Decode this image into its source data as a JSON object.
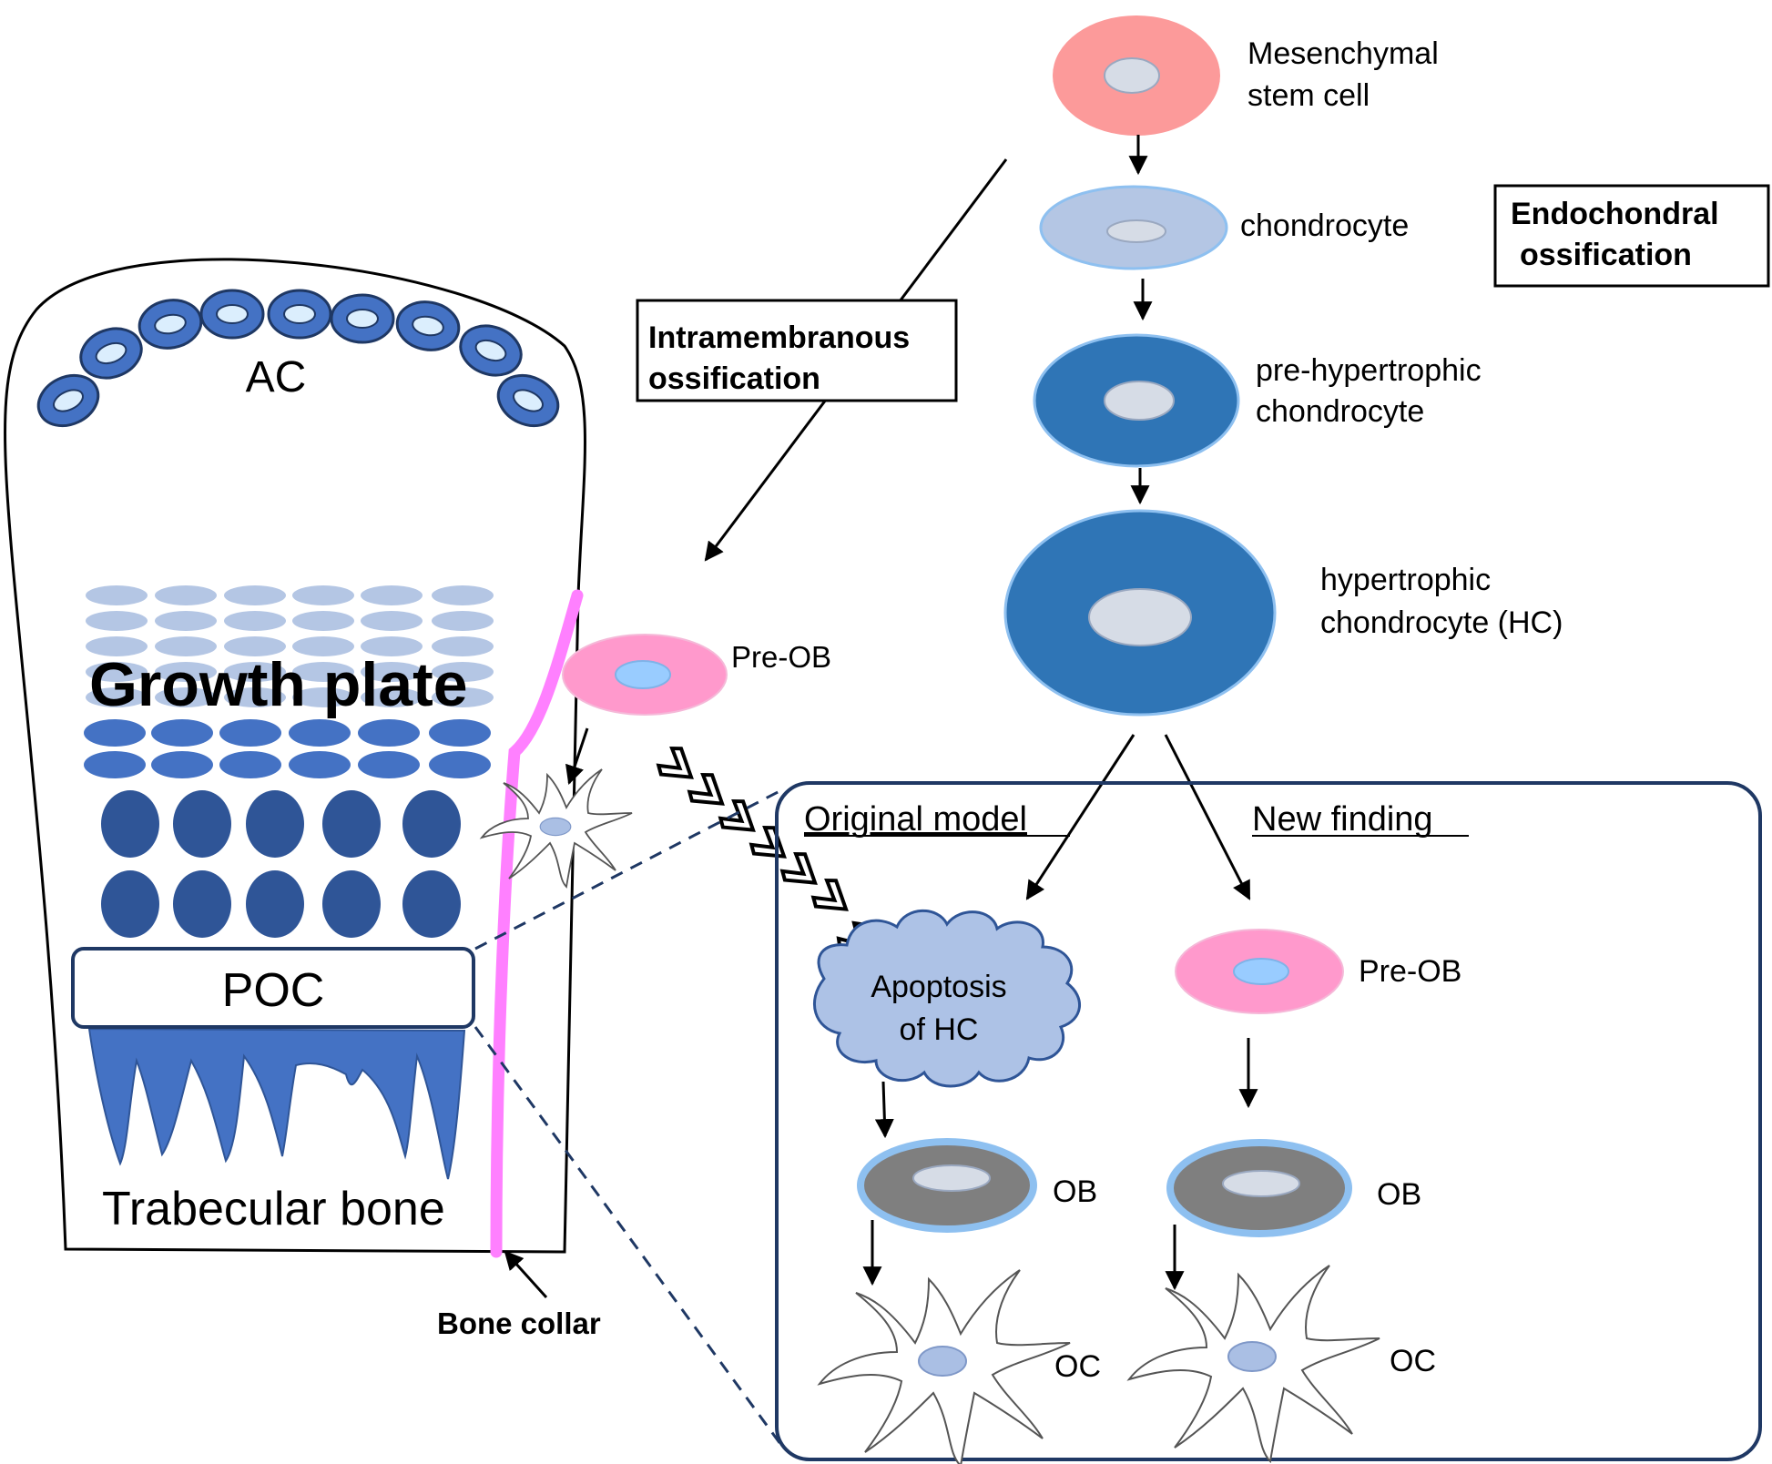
{
  "labels": {
    "ac": "AC",
    "growth_plate": "Growth plate",
    "poc": "POC",
    "trabecular_bone": "Trabecular bone",
    "bone_collar": "Bone collar",
    "intramembranous_line1": "Intramembranous",
    "intramembranous_line2": "ossification",
    "endochondral_line1": "Endochondral",
    "endochondral_line2": "ossification",
    "msc_line1": "Mesenchymal",
    "msc_line2": "stem cell",
    "chondrocyte": "chondrocyte",
    "pre_hyp_line1": "pre-hypertrophic",
    "pre_hyp_line2": "chondrocyte",
    "hyp_line1": "hypertrophic",
    "hyp_line2": "chondrocyte (HC)",
    "pre_ob_top": "Pre-OB",
    "original_model": "Original model",
    "new_finding": "New finding",
    "apoptosis_line1": "Apoptosis",
    "apoptosis_line2": "of HC",
    "pre_ob_right": "Pre-OB",
    "ob_left": "OB",
    "ob_right": "OB",
    "oc_left": "OC",
    "oc_right": "OC"
  },
  "colors": {
    "msc": "#fc9a9a",
    "chondrocyte": "#b4c6e4",
    "chondrocyte_border": "#8ec0f0",
    "pre_hypertrophic": "#2f75b6",
    "hypertrophic": "#2f75b6",
    "nucleus": "#d6dce6",
    "pre_ob": "#ff99cc",
    "pre_ob_nucleus": "#99ccff",
    "ob_ring": "#7f7f7f",
    "ob_border": "#8ec0f0",
    "apoptosis_cloud": "#adc2e6",
    "articular_cells": "#4472c4",
    "growth_plate_light": "#b4c6e4",
    "growth_plate_mid": "#4472c4",
    "growth_plate_dark": "#2f5597",
    "trabecular": "#4472c4",
    "bone_collar": "#ff80ff",
    "oc_nucleus": "#aabfe4",
    "frame": "#1f3864"
  }
}
